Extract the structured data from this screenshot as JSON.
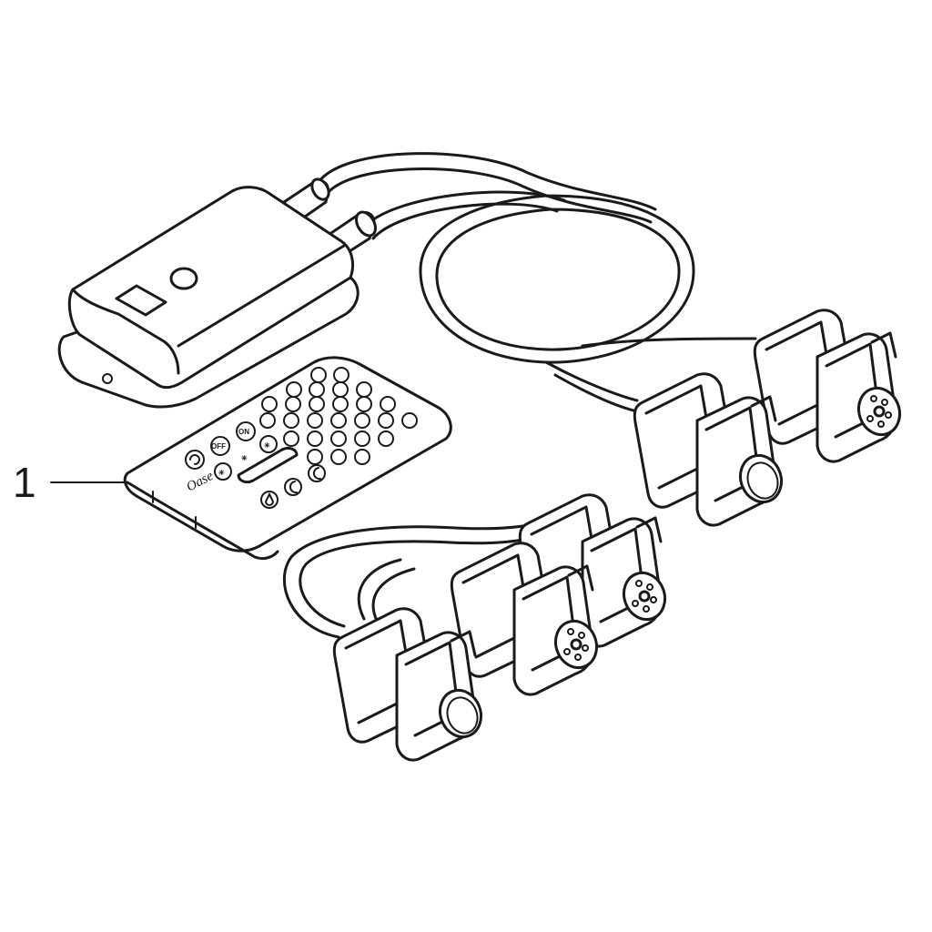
{
  "callout": {
    "number": "1"
  },
  "remote": {
    "brand": "Oase",
    "keys": {
      "on": "ON",
      "off": "OFF"
    }
  }
}
